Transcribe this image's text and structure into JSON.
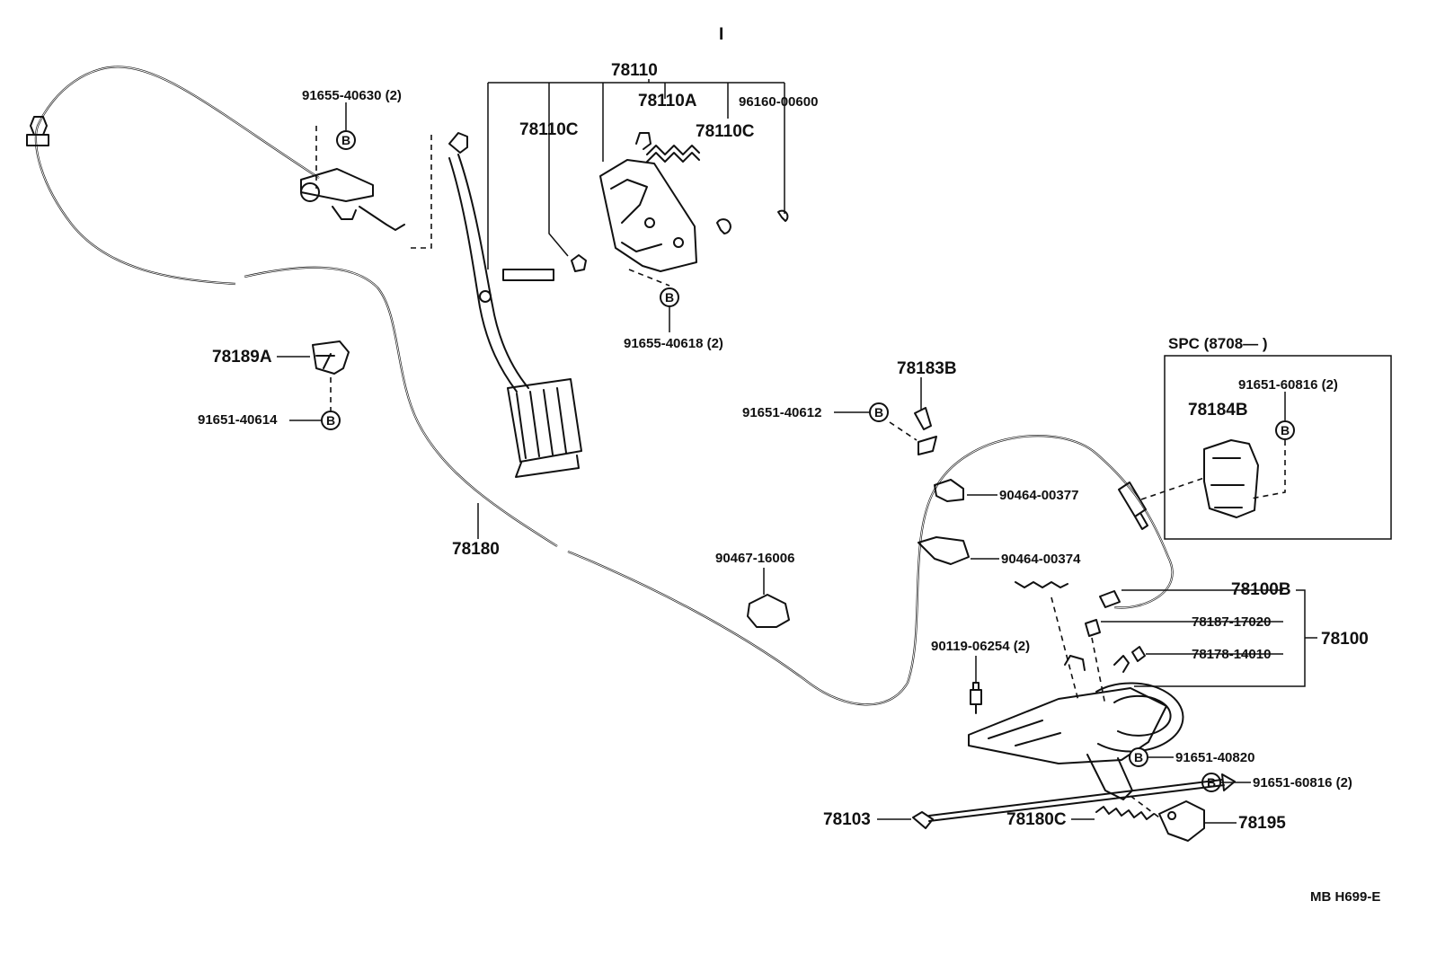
{
  "header": {
    "mark": "I"
  },
  "groups": {
    "pedal_assembly": "78110",
    "cable_assembly": "78100",
    "spc_box": "SPC (8708—         )"
  },
  "labels": {
    "p78110A": "78110A",
    "p78110C_left": "78110C",
    "p78110C_right": "78110C",
    "p96160_00600": "96160-00600",
    "p91655_40630": "91655-40630 (2)",
    "p91655_40618": "91655-40618 (2)",
    "p78189A": "78189A",
    "p91651_40614": "91651-40614",
    "p78180": "78180",
    "p78183B": "78183B",
    "p91651_40612": "91651-40612",
    "p90464_00377": "90464-00377",
    "p90464_00374": "90464-00374",
    "p90467_16006": "90467-16006",
    "p78184B": "78184B",
    "p91651_60816_box": "91651-60816 (2)",
    "p78100B": "78100B",
    "p78187_17020": "78187-17020",
    "p78178_14010": "78178-14010",
    "p90119_06254": "90119-06254 (2)",
    "p91651_40820": "91651-40820",
    "p91651_60816": "91651-60816 (2)",
    "p78103": "78103",
    "p78180C": "78180C",
    "p78195": "78195"
  },
  "b_marker": "B",
  "footer": {
    "code": "MB  H699-E"
  }
}
